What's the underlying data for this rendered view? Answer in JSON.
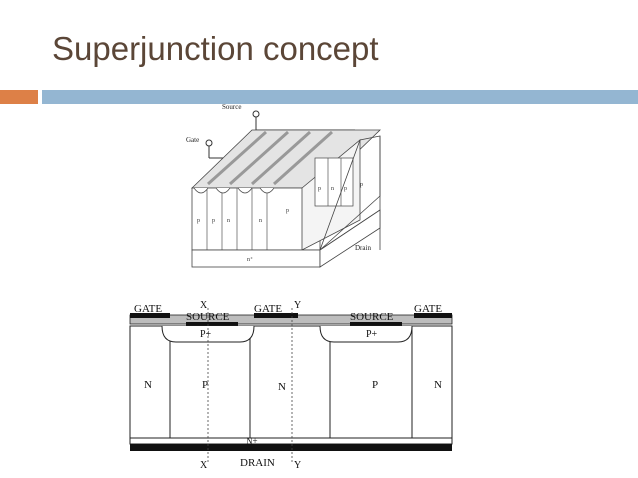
{
  "slide": {
    "title": "Superjunction concept"
  },
  "diagram_top": {
    "labels": {
      "source": "Source",
      "gate": "Gate",
      "drain": "Drain",
      "nplus": "n⁺",
      "nplus_side": "n⁺",
      "p": "p",
      "n": "n"
    }
  },
  "diagram_bottom": {
    "labels": {
      "gate": "GATE",
      "source": "SOURCE",
      "pplus": "P+",
      "pplus_right": "P+",
      "n": "N",
      "p": "P",
      "nplus": "N+",
      "drain": "DRAIN",
      "x": "X",
      "y": "Y"
    }
  },
  "colors": {
    "title": "#5b4637",
    "accent_orange": "#dd8047",
    "accent_blue": "#94b6d2"
  }
}
